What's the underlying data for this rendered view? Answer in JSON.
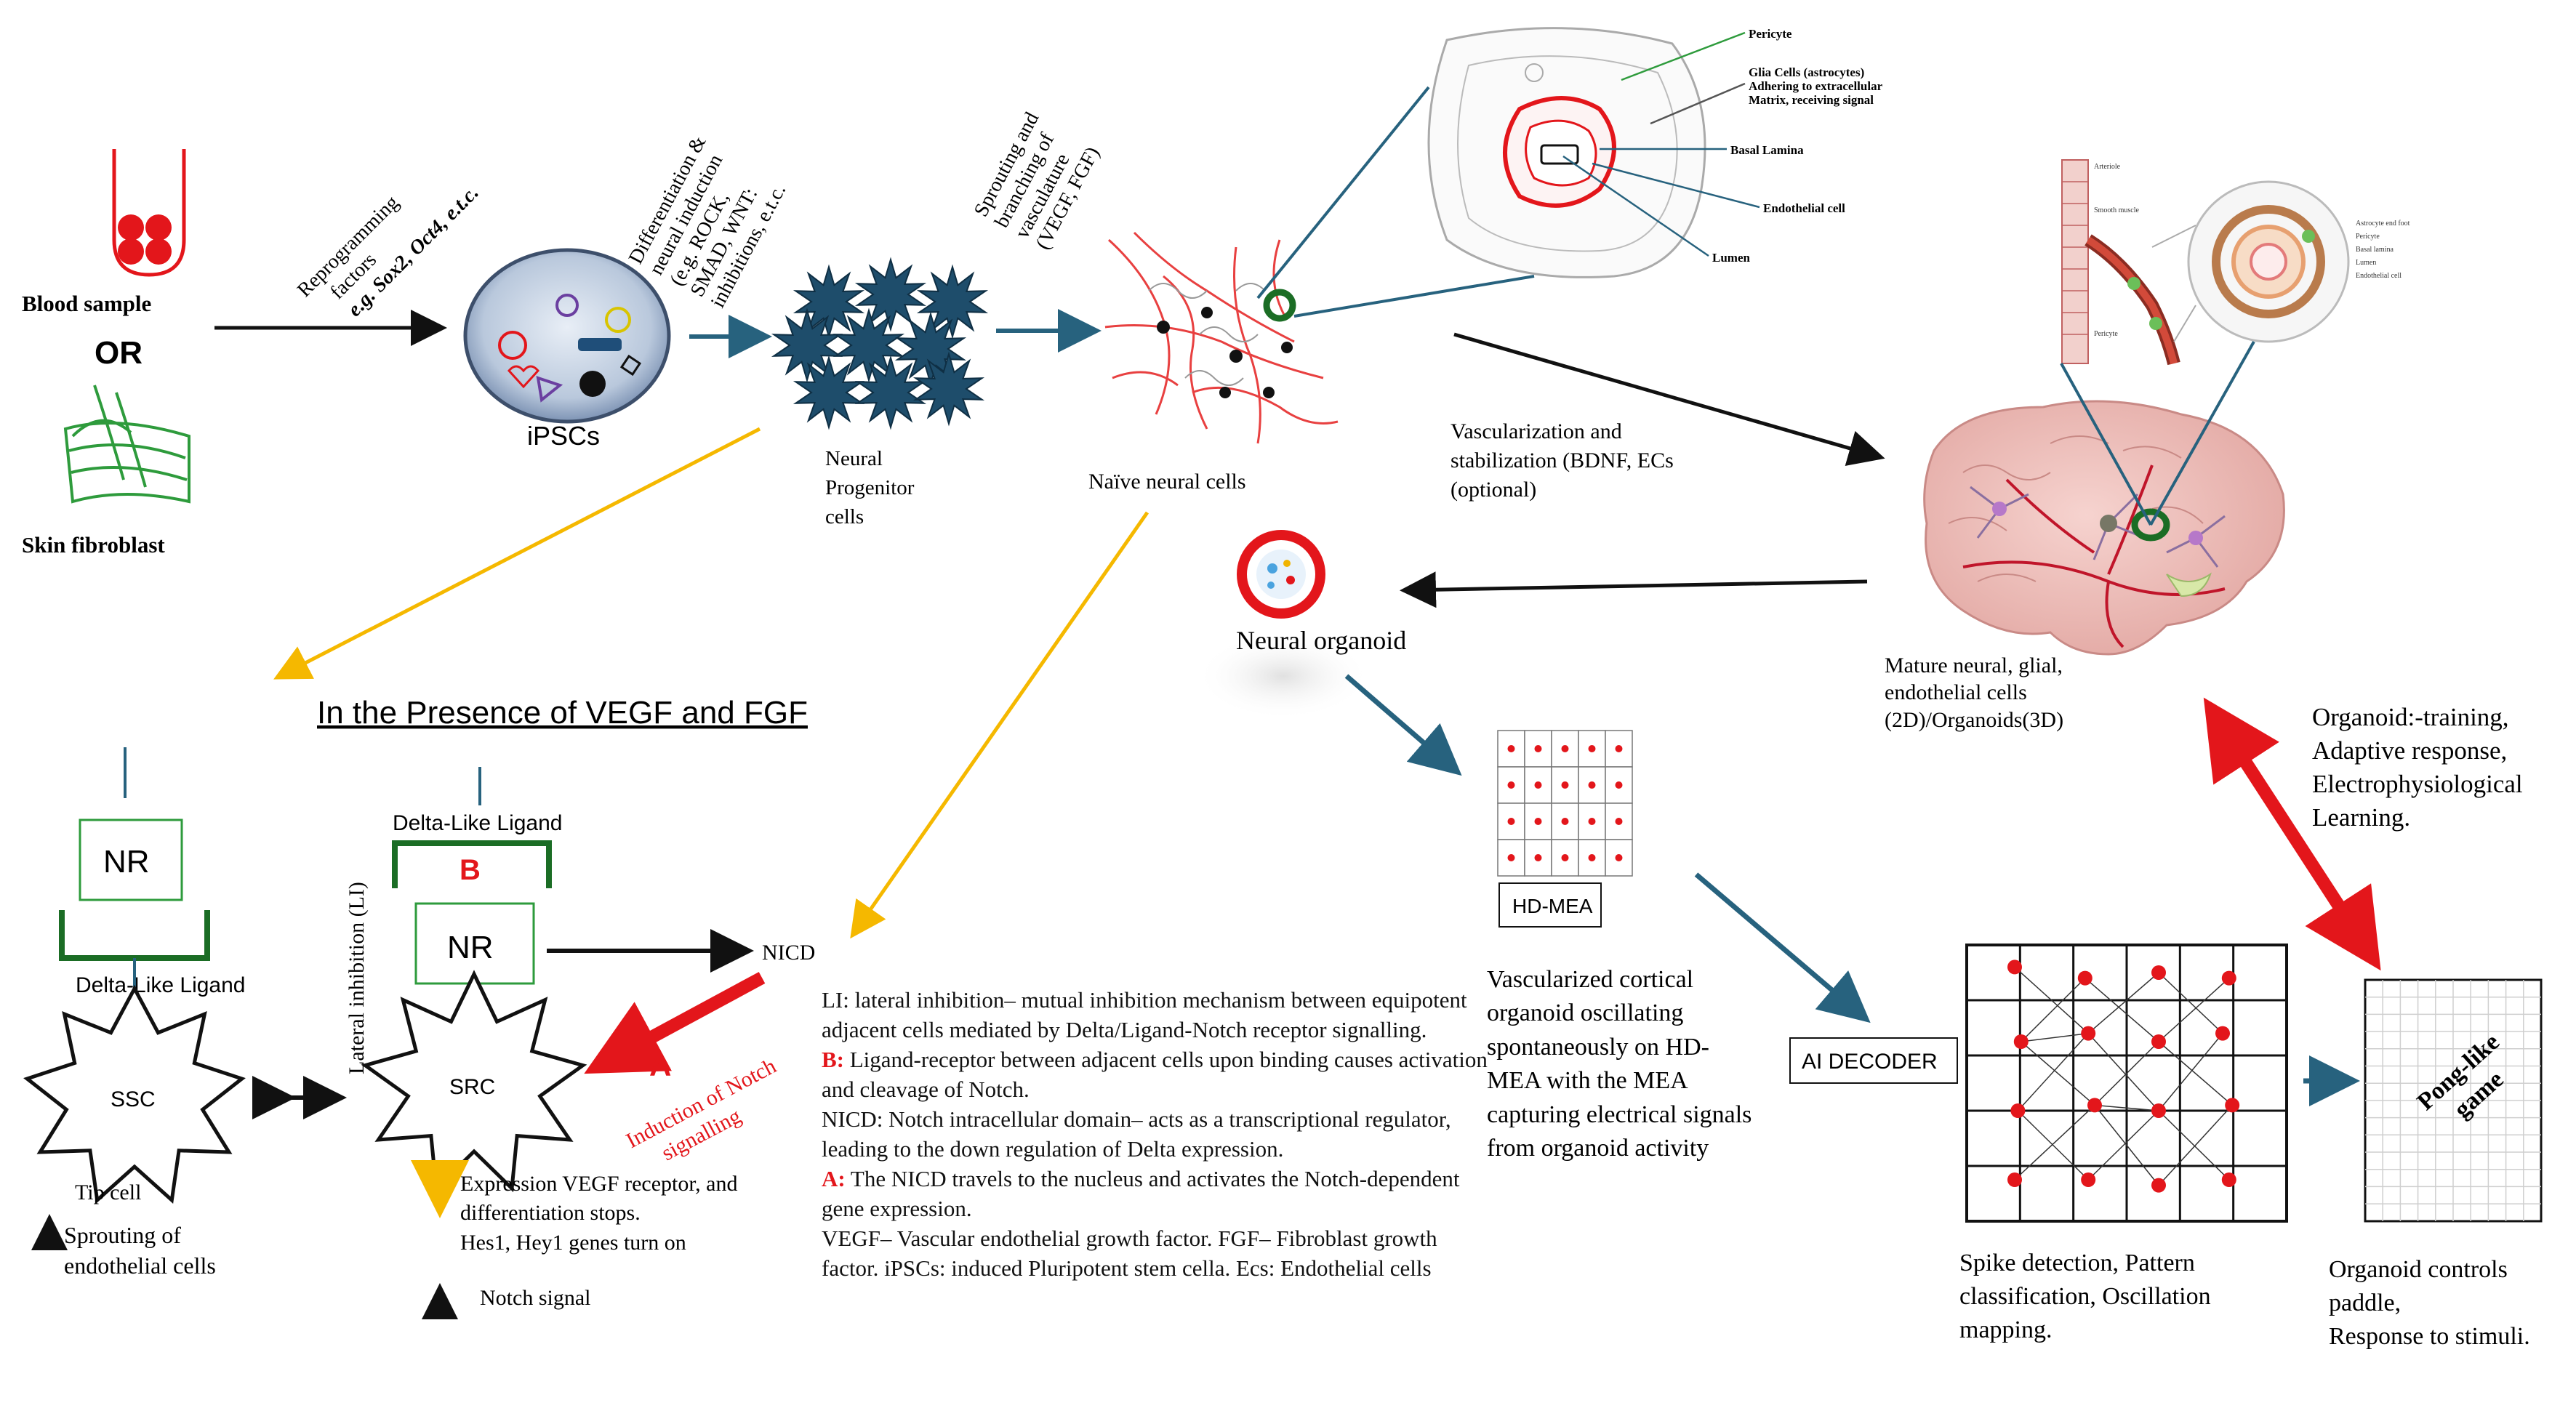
{
  "colors": {
    "navy": "#1f4e79",
    "teal": "#27627e",
    "red": "#e3161b",
    "yellow": "#f5b800",
    "green": "#2e7d32",
    "black": "#111111"
  },
  "sources": {
    "blood_label": "Blood sample",
    "or_label": "OR",
    "skin_label": "Skin fibroblast",
    "reprogramming_line1": "Reprogramming",
    "reprogramming_line2": "factors",
    "reprogramming_line3": "e.g. Sox2, Oct4, e.t.c."
  },
  "ipsc": {
    "label": "iPSCs"
  },
  "differentiation": {
    "line1": "Differentiation &",
    "line2": "neural induction",
    "line3": "(e.g. ROCK,",
    "line4": "SMAD, WNT:",
    "line5": "inhibitions, e.t.c."
  },
  "progenitor": {
    "line1": "Neural",
    "line2": "Progenitor",
    "line3": "cells"
  },
  "sprouting": {
    "line1": "Sprouting and",
    "line2": "branching of",
    "line3": "vasculature",
    "line4": "(VEGF, FGF)"
  },
  "naive": {
    "label": "Naïve neural cells"
  },
  "vessel_cross_section": {
    "pericyte": "Pericyte",
    "glia_line1": "Glia Cells (astrocytes)",
    "glia_line2": "Adhering to extracellular",
    "glia_line3": "Matrix, receiving signal",
    "basal": "Basal Lamina",
    "endothelial": "Endothelial cell",
    "lumen": "Lumen"
  },
  "vessel_detail": {
    "arteriole": "Arteriole",
    "smooth": "Smooth muscle",
    "pericyte": "Pericyte",
    "astro": "Astrocyte end foot",
    "peri2": "Pericyte",
    "basal": "Basal lamina",
    "lumen": "Lumen",
    "endo": "Endothelial cell"
  },
  "vascularization": {
    "line1": "Vascularization and",
    "line2": "stabilization (BDNF, ECs",
    "line3": "(optional)"
  },
  "organoid": {
    "label": "Neural organoid"
  },
  "mature": {
    "line1": "Mature neural, glial,",
    "line2": "endothelial cells",
    "line3": "(2D)/Organoids(3D)"
  },
  "presence_title": "In the Presence of VEGF and FGF",
  "notch_left": {
    "nr": "NR",
    "ligand": "Delta-Like Ligand",
    "ssc": "SSC",
    "tip": "Tip cell",
    "sprouting_line1": "Sprouting of",
    "sprouting_line2": "endothelial cells"
  },
  "lateral": {
    "label": "Lateral inhibition (LI)"
  },
  "notch_right": {
    "ligand": "Delta-Like Ligand",
    "b": "B",
    "nr": "NR",
    "src": "SRC",
    "nicd": "NICD",
    "a": "A",
    "induction_line1": "Induction of Notch",
    "induction_line2": "signalling",
    "expr_line1": "Expression VEGF receptor, and",
    "expr_line2": "differentiation stops.",
    "expr_line3": "Hes1, Hey1 genes turn on",
    "notch_signal": "Notch signal"
  },
  "notes": {
    "li": "LI: lateral inhibition– mutual inhibition mechanism between equipotent adjacent cells mediated by Delta/Ligand-Notch receptor signalling.",
    "b_label": "B:",
    "b_text": " Ligand-receptor between adjacent cells upon binding causes activation and cleavage of  Notch.",
    "nicd": "NICD: Notch intracellular domain– acts as a transcriptional regulator, leading to the down regulation of Delta expression.",
    "a_label": "A:",
    "a_text": " The NICD travels to the nucleus and activates the Notch-dependent gene expression.",
    "abbrev": "VEGF– Vascular endothelial growth factor. FGF– Fibroblast growth factor. iPSCs: induced Pluripotent stem cella. Ecs: Endothelial cells"
  },
  "mea": {
    "label": "HD-MEA",
    "caption_line1": "Vascularized cortical",
    "caption_line2": "organoid oscillating",
    "caption_line3": "spontaneously on HD-",
    "caption_line4": "MEA with the MEA",
    "caption_line5": "capturing electrical signals",
    "caption_line6": "from organoid activity"
  },
  "decoder": {
    "label": "AI DECODER"
  },
  "spike": {
    "line1": "Spike detection, Pattern",
    "line2": "classification, Oscillation",
    "line3": "mapping."
  },
  "game": {
    "line1": "Pong-like",
    "line2": "game",
    "caption_line1": "Organoid controls",
    "caption_line2": "paddle,",
    "caption_line3": "Response to stimuli."
  },
  "training": {
    "line1": "Organoid:-training,",
    "line2": "Adaptive response,",
    "line3": "Electrophysiological",
    "line4": "Learning."
  }
}
